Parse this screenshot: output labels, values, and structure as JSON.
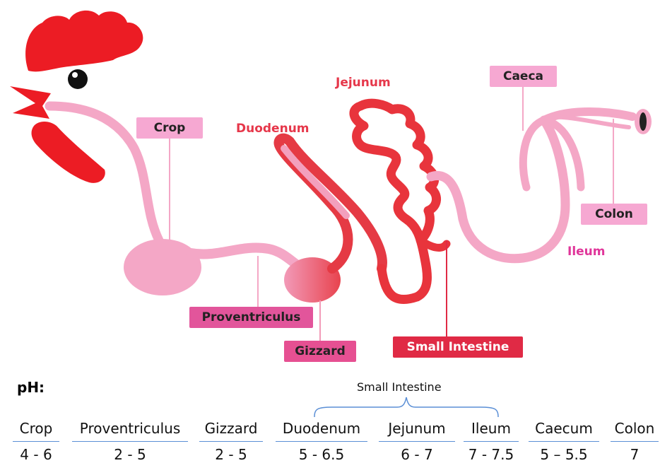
{
  "colors": {
    "comb": "#ec1c24",
    "pink_tube": "#f4a7c6",
    "red_tube": "#e8343c",
    "tag_light": "#f6a8d2",
    "tag_mid": "#e2559b",
    "tag_red": "#e02a45",
    "ileum_text": "#e0369a",
    "duodenum_text": "#e6374a",
    "brace": "#5b8fd6"
  },
  "labels": {
    "crop": "Crop",
    "proventriculus": "Proventriculus",
    "gizzard": "Gizzard",
    "duodenum": "Duodenum",
    "jejunum": "Jejunum",
    "small_intestine": "Small Intestine",
    "caeca": "Caeca",
    "colon": "Colon",
    "ileum": "Ileum"
  },
  "ph_table": {
    "title": "pH:",
    "group_label": "Small Intestine",
    "columns": [
      {
        "name": "Crop",
        "value": "4 - 6"
      },
      {
        "name": "Proventriculus",
        "value": "2 - 5"
      },
      {
        "name": "Gizzard",
        "value": "2 - 5"
      },
      {
        "name": "Duodenum",
        "value": "5 - 6.5"
      },
      {
        "name": "Jejunum",
        "value": "6 - 7"
      },
      {
        "name": "Ileum",
        "value": "7 - 7.5"
      },
      {
        "name": "Caecum",
        "value": "5 – 5.5"
      },
      {
        "name": "Colon",
        "value": "7"
      }
    ]
  }
}
